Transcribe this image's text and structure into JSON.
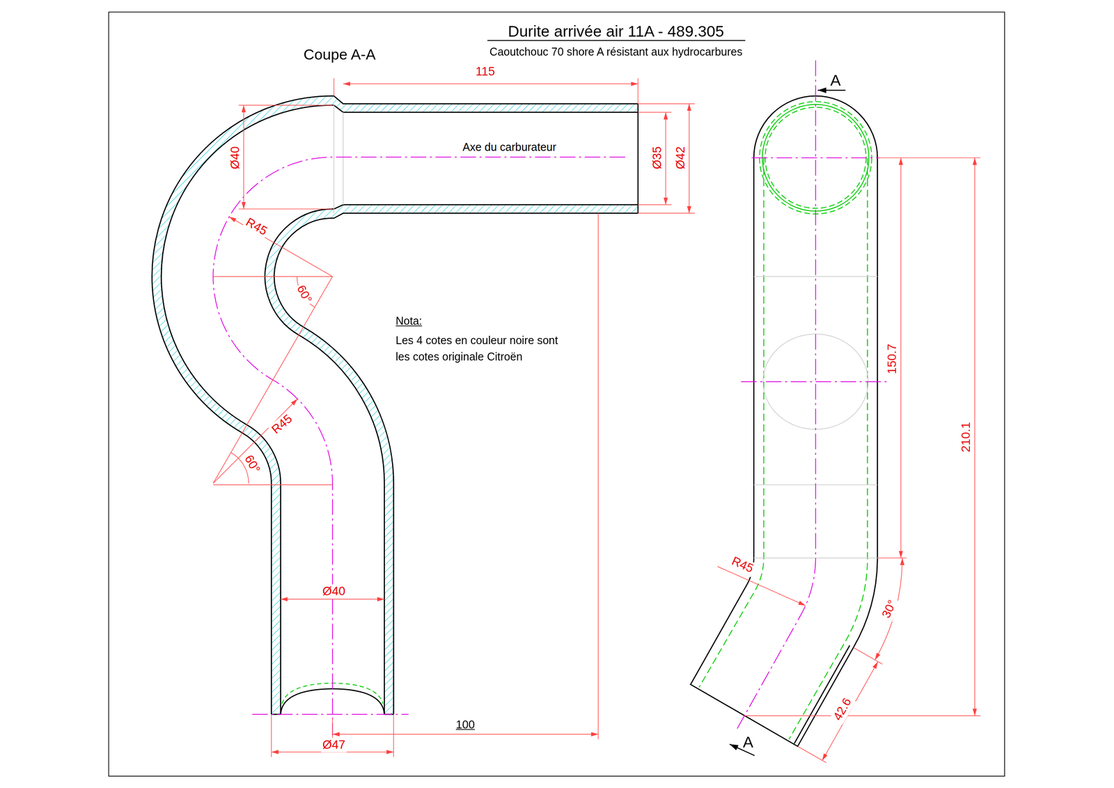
{
  "diagram": {
    "title": "Durite arrivée air 11A - 489.305",
    "labels": [
      "Caoutchouc 70 shore A résistant aux hydrocarbures",
      "Coupe A-A",
      "115",
      "Ø40",
      "Axe du carburateur",
      "Ø35",
      "Ø42",
      "R45",
      "60°",
      "Nota:",
      "Les 4 cotes en couleur noire sont les cotes originale Citroën",
      "R45",
      "60°",
      "Ø40",
      "100",
      "Ø47",
      "A",
      "150.7",
      "210.1",
      "R45",
      "30°",
      "42.6",
      "A"
    ]
  }
}
